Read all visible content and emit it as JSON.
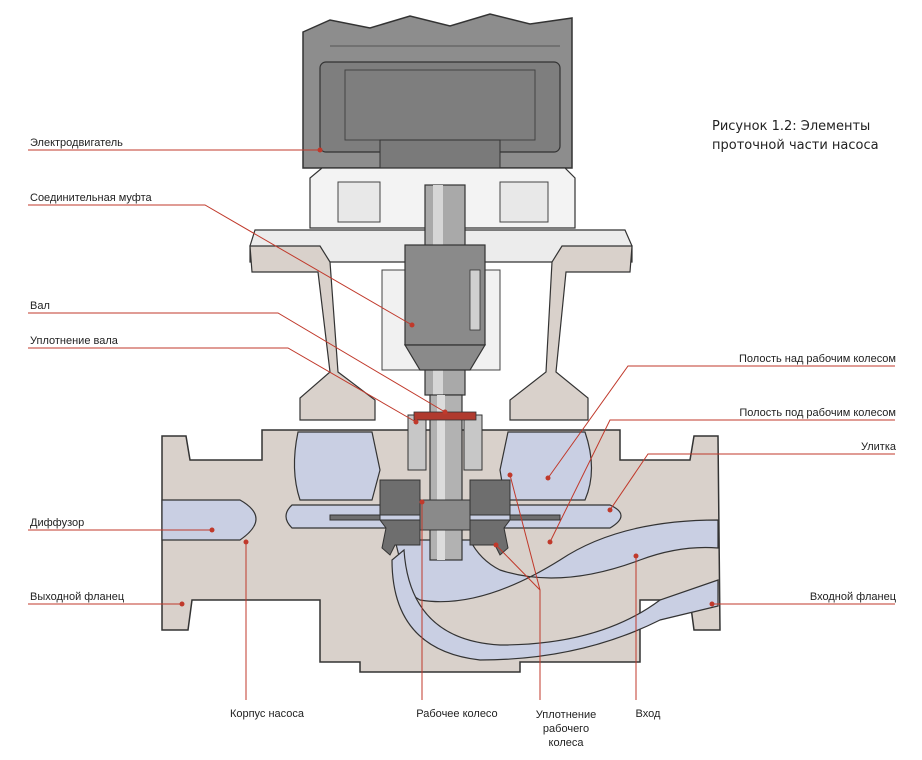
{
  "figure": {
    "title_line1": "Рисунок 1.2: Элементы",
    "title_line2": "проточной части насоса"
  },
  "labels": {
    "motor": "Электродвигатель",
    "coupling": "Соединительная муфта",
    "shaft": "Вал",
    "shaft_seal": "Уплотнение вала",
    "diffuser": "Диффузор",
    "outlet_flange": "Выходной фланец",
    "pump_housing": "Корпус насоса",
    "impeller": "Рабочее колесо",
    "impeller_seal": "Уплотнение рабочего колеса",
    "impeller_seal_line1": "Уплотнение",
    "impeller_seal_line2": "рабочего",
    "impeller_seal_line3": "колеса",
    "inlet": "Вход",
    "cavity_above": "Полость над рабочим колесом",
    "cavity_below": "Полость под рабочим колесом",
    "volute": "Улитка",
    "inlet_flange": "Входной фланец"
  },
  "colors": {
    "leader_line": "#c0392b",
    "casing": "#d9d1cb",
    "fluid": "#c9cfe3",
    "motor": "#8a8a8a",
    "outline": "#333333"
  }
}
